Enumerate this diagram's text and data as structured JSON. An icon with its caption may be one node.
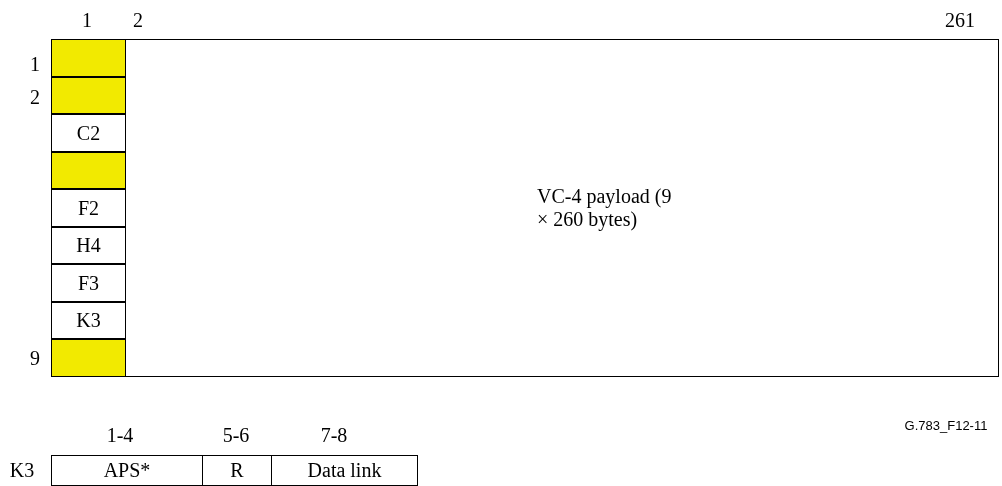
{
  "diagram": {
    "nodes": [
      {
        "text": [],
        "shape": "box"
      },
      {
        "text": [],
        "shape": "box"
      },
      {
        "text": [
          "C2"
        ]
      },
      {
        "text": [],
        "shape": "box"
      },
      {
        "text": [
          "F2"
        ]
      },
      {
        "text": [
          "H4"
        ]
      },
      {
        "text": [
          "F3"
        ]
      },
      {
        "text": [
          "K3"
        ]
      },
      {
        "text": [],
        "shape": "box"
      },
      {
        "text": [
          "VC-4 payload (9 × 260 bytes)"
        ]
      },
      {
        "text": [
          "APS*"
        ]
      },
      {
        "text": [
          "R"
        ]
      },
      {
        "text": [
          "Data link"
        ]
      }
    ],
    "edges": [],
    "labels": [
      "1",
      "2",
      "261",
      "1",
      "2",
      "9",
      "G.783_F12-11",
      "1-4",
      "5-6",
      "7-8",
      "K3"
    ]
  }
}
